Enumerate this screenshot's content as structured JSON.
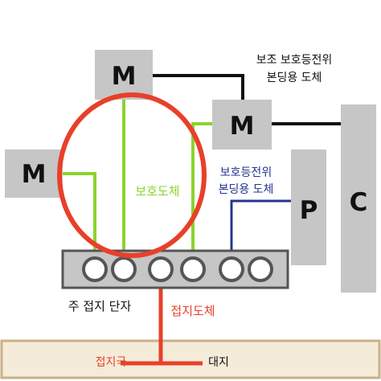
{
  "colors": {
    "box_gray": "#c6c6c6",
    "green": "#8cd32f",
    "red": "#e8402a",
    "blue": "#27348e",
    "black": "#111111",
    "ground_fill": "#f4ecd9",
    "ground_border": "#c9b08a",
    "terminal_dark": "#555555"
  },
  "equipment": {
    "m_top": "M",
    "m_right": "M",
    "m_left": "M",
    "p_box": "P",
    "c_box": "C"
  },
  "labels": {
    "aux_bonding_line1": "보조 보호등전위",
    "aux_bonding_line2": "본딩용 도체",
    "protective_conductor": "보호도체",
    "main_bonding_line1": "보호등전위",
    "main_bonding_line2": "본딩용 도체",
    "main_earthing_terminal": "주 접지 단자",
    "earthing_conductor": "접지도체",
    "earth_electrode": "접지극",
    "earth": "대지"
  },
  "icons": {
    "terminal_holes": "circle-hole-icon",
    "highlight": "red-circle-outline"
  }
}
